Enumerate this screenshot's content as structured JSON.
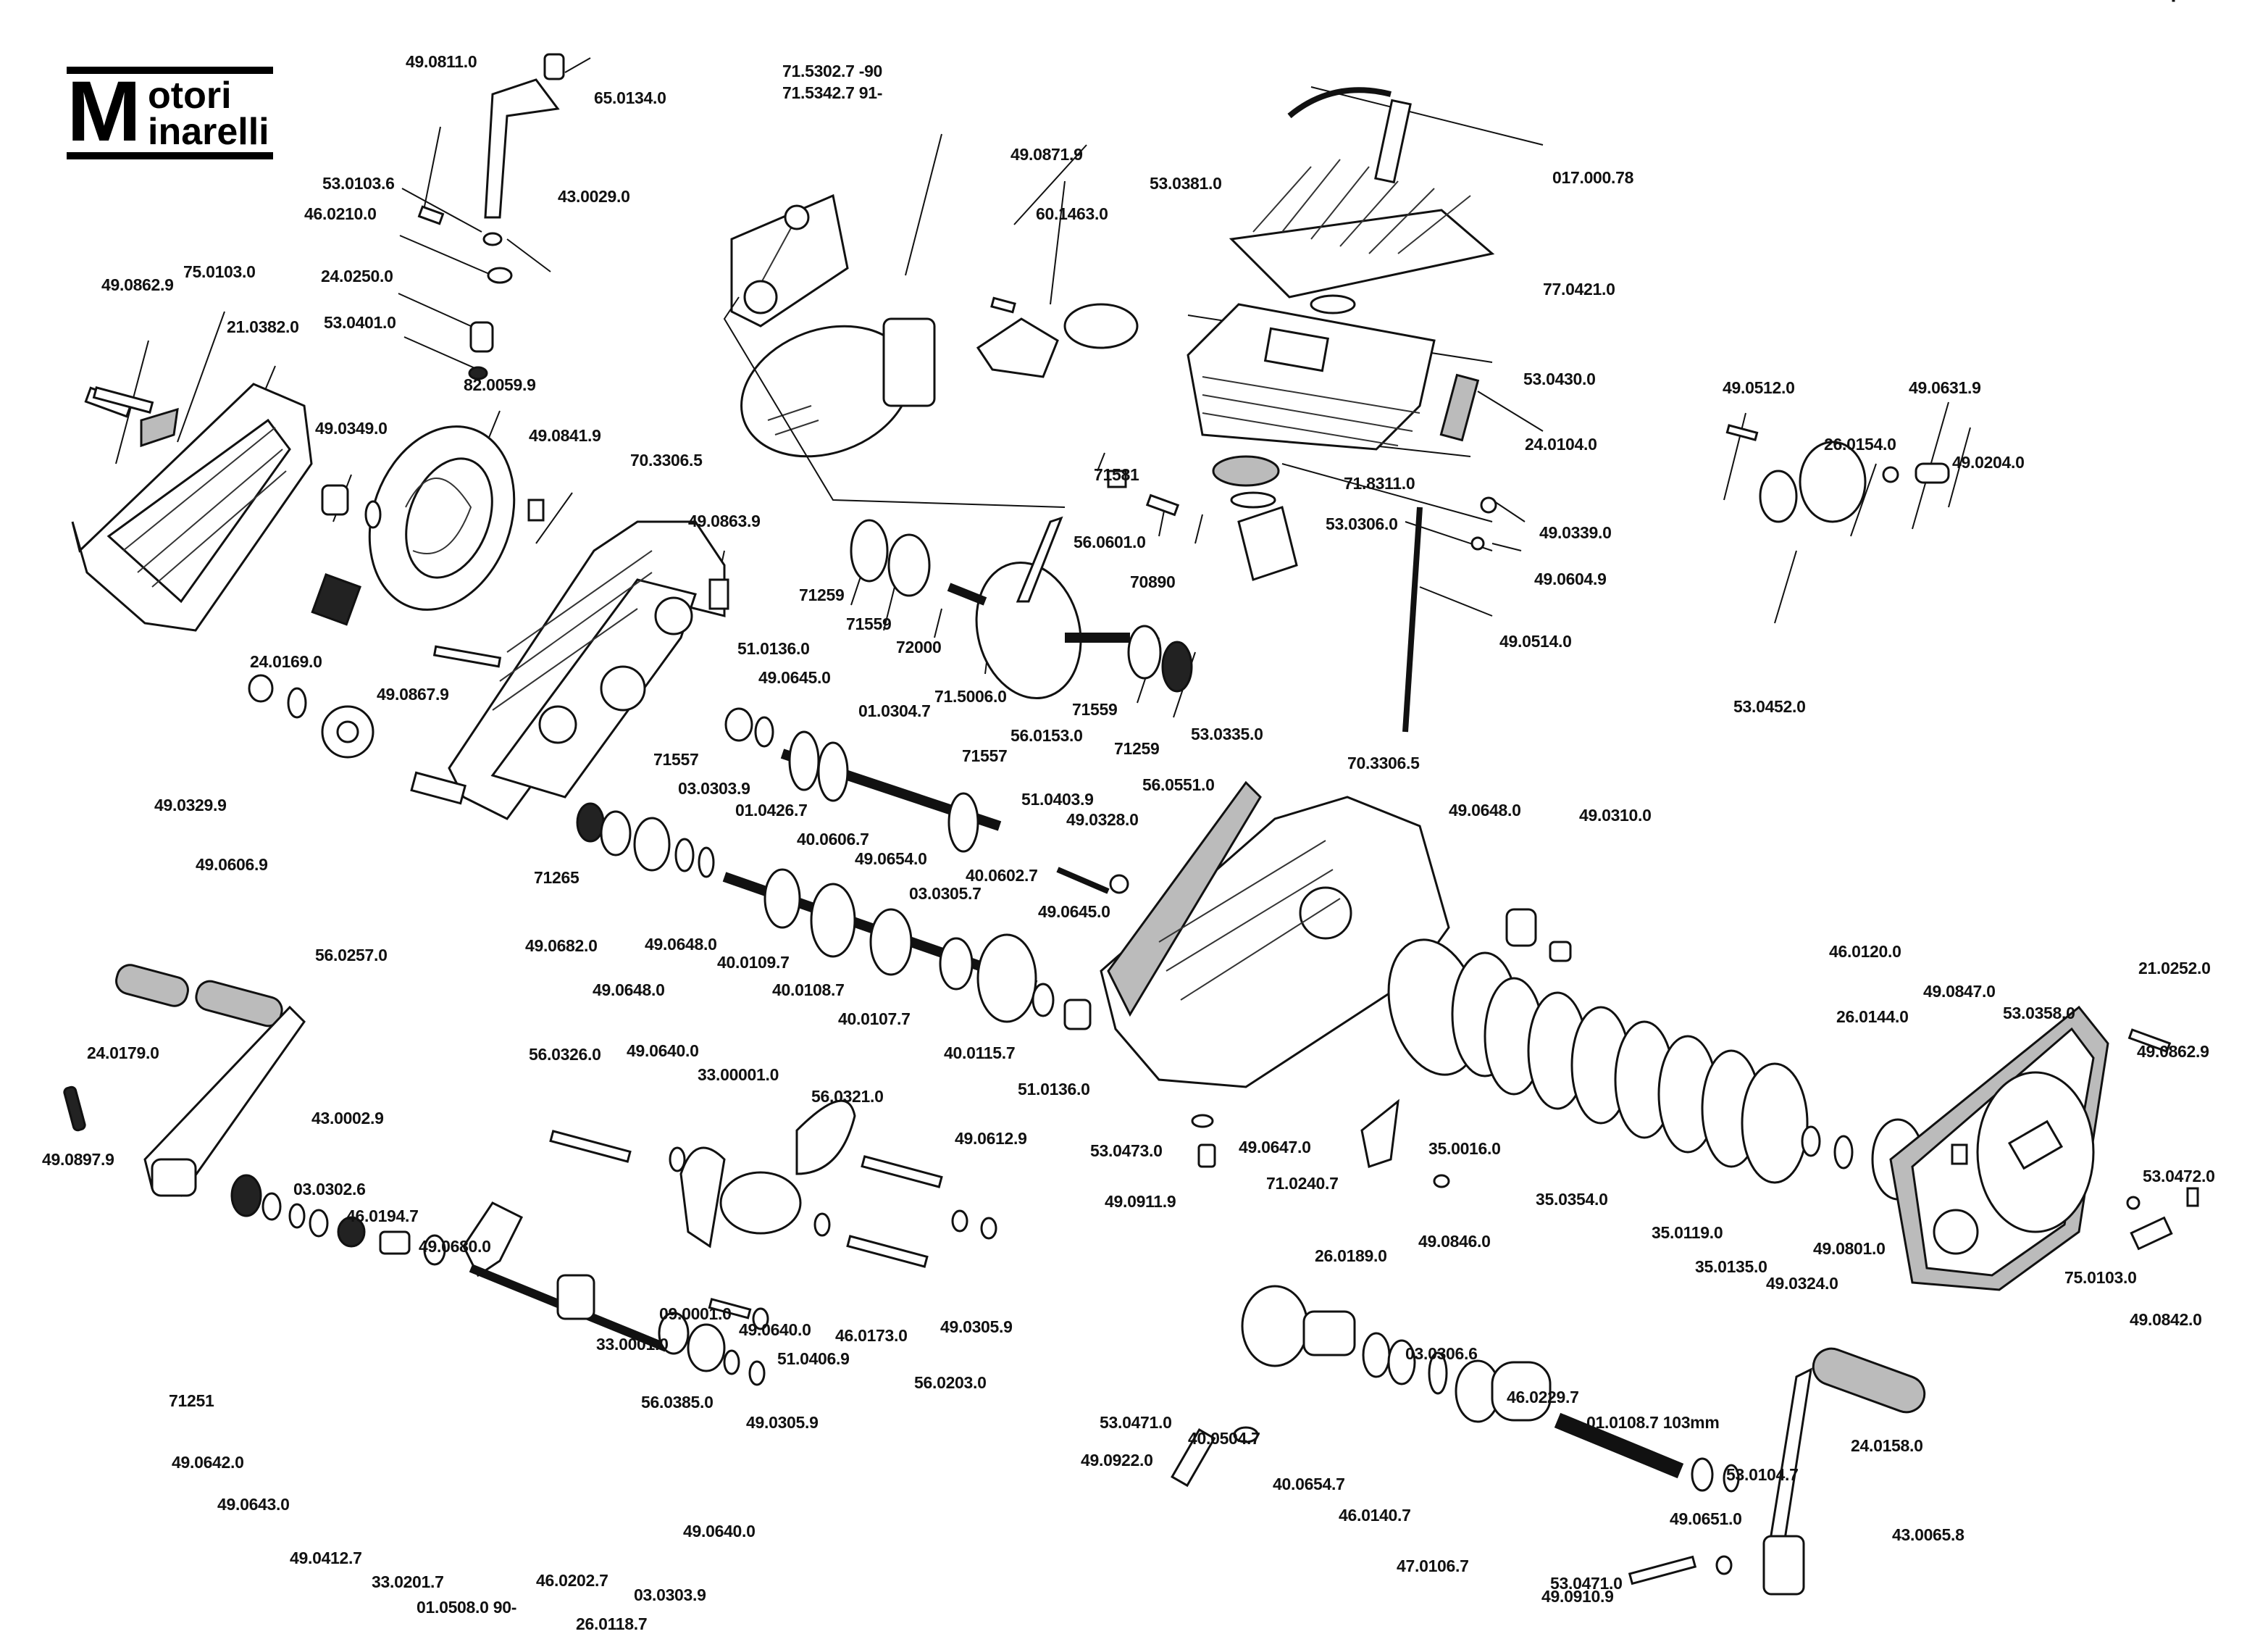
{
  "title": "Motori Minarelli exploded engine parts diagram",
  "logo": {
    "line1_initial": "M",
    "line1_rest": "otori",
    "line2_rest": "inarelli"
  },
  "labels": [
    {
      "id": "p1",
      "text": "49.0811.0"
    },
    {
      "id": "p2",
      "text": "65.0134.0"
    },
    {
      "id": "p3",
      "text": "43.0029.0"
    },
    {
      "id": "p4",
      "text": "53.0103.6"
    },
    {
      "id": "p5",
      "text": "46.0210.0"
    },
    {
      "id": "p6",
      "text": "24.0250.0"
    },
    {
      "id": "p7",
      "text": "53.0401.0"
    },
    {
      "id": "p8",
      "text": "82.0059.9"
    },
    {
      "id": "p9",
      "text": "49.0862.9"
    },
    {
      "id": "p10",
      "text": "75.0103.0"
    },
    {
      "id": "p11",
      "text": "21.0382.0"
    },
    {
      "id": "p12",
      "text": "49.0349.0"
    },
    {
      "id": "p13",
      "text": "49.0841.9"
    },
    {
      "id": "p14",
      "text": "70.3306.5"
    },
    {
      "id": "p15",
      "text": "49.0863.9"
    },
    {
      "id": "p16",
      "text": "24.0169.0"
    },
    {
      "id": "p17",
      "text": "49.0867.9"
    },
    {
      "id": "p18",
      "text": "49.0329.9"
    },
    {
      "id": "p19",
      "text": "49.0606.9"
    },
    {
      "id": "p20",
      "text": "56.0257.0"
    },
    {
      "id": "p21",
      "text": "71265"
    },
    {
      "id": "p22",
      "text": "49.0682.0"
    },
    {
      "id": "p23",
      "text": "71557"
    },
    {
      "id": "p24",
      "text": "03.0303.9"
    },
    {
      "id": "p25",
      "text": "01.0426.7"
    },
    {
      "id": "p26",
      "text": "49.0648.0"
    },
    {
      "id": "p27",
      "text": "49.0648.0"
    },
    {
      "id": "p28",
      "text": "40.0109.7"
    },
    {
      "id": "p29",
      "text": "40.0606.7"
    },
    {
      "id": "p30",
      "text": "49.0654.0"
    },
    {
      "id": "p31",
      "text": "40.0108.7"
    },
    {
      "id": "p32",
      "text": "40.0107.7"
    },
    {
      "id": "p33",
      "text": "03.0305.7"
    },
    {
      "id": "p34",
      "text": "40.0602.7"
    },
    {
      "id": "p35",
      "text": "40.0115.7"
    },
    {
      "id": "p36",
      "text": "49.0645.0"
    },
    {
      "id": "p37",
      "text": "51.0136.0"
    },
    {
      "id": "p38",
      "text": "51.0136.0"
    },
    {
      "id": "p39",
      "text": "49.0645.0"
    },
    {
      "id": "p40",
      "text": "01.0304.7"
    },
    {
      "id": "p41",
      "text": "71557"
    },
    {
      "id": "p42",
      "text": "56.0153.0"
    },
    {
      "id": "p43",
      "text": "51.0403.9"
    },
    {
      "id": "p44",
      "text": "49.0328.0"
    },
    {
      "id": "p45",
      "text": "56.0551.0"
    },
    {
      "id": "p46",
      "text": "71.5302.7   -90"
    },
    {
      "id": "p47",
      "text": "71.5342.7   91-"
    },
    {
      "id": "p48",
      "text": "49.0871.9"
    },
    {
      "id": "p49",
      "text": "60.1463.0"
    },
    {
      "id": "p50",
      "text": "53.0381.0"
    },
    {
      "id": "p51",
      "text": "017.000.78"
    },
    {
      "id": "p52",
      "text": "77.0421.0"
    },
    {
      "id": "p53",
      "text": "53.0430.0"
    },
    {
      "id": "p54",
      "text": "24.0104.0"
    },
    {
      "id": "p55",
      "text": "71.8311.0"
    },
    {
      "id": "p56",
      "text": "53.0306.0"
    },
    {
      "id": "p57",
      "text": "49.0339.0"
    },
    {
      "id": "p58",
      "text": "49.0604.9"
    },
    {
      "id": "p59",
      "text": "49.0514.0"
    },
    {
      "id": "p60",
      "text": "71581"
    },
    {
      "id": "p61",
      "text": "56.0601.0"
    },
    {
      "id": "p62",
      "text": "70890"
    },
    {
      "id": "p63",
      "text": "71259"
    },
    {
      "id": "p64",
      "text": "71559"
    },
    {
      "id": "p65",
      "text": "72000"
    },
    {
      "id": "p66",
      "text": "71.5006.0"
    },
    {
      "id": "p67",
      "text": "71559"
    },
    {
      "id": "p68",
      "text": "71259"
    },
    {
      "id": "p69",
      "text": "49.0512.0"
    },
    {
      "id": "p70",
      "text": "26.0154.0"
    },
    {
      "id": "p71",
      "text": "49.0631.9"
    },
    {
      "id": "p72",
      "text": "49.0204.0"
    },
    {
      "id": "p73",
      "text": "53.0452.0"
    },
    {
      "id": "p74",
      "text": "53.0335.0"
    },
    {
      "id": "p75",
      "text": "70.3306.5"
    },
    {
      "id": "p76",
      "text": "49.0648.0"
    },
    {
      "id": "p77",
      "text": "49.0310.0"
    },
    {
      "id": "p78",
      "text": "49.0647.0"
    },
    {
      "id": "p79",
      "text": "71.0240.7"
    },
    {
      "id": "p80",
      "text": "35.0016.0"
    },
    {
      "id": "p81",
      "text": "53.0473.0"
    },
    {
      "id": "p82",
      "text": "49.0911.9"
    },
    {
      "id": "p83",
      "text": "26.0189.0"
    },
    {
      "id": "p84",
      "text": "49.0846.0"
    },
    {
      "id": "p85",
      "text": "35.0354.0"
    },
    {
      "id": "p86",
      "text": "35.0119.0"
    },
    {
      "id": "p87",
      "text": "35.0135.0"
    },
    {
      "id": "p88",
      "text": "49.0324.0"
    },
    {
      "id": "p89",
      "text": "49.0801.0"
    },
    {
      "id": "p90",
      "text": "46.0120.0"
    },
    {
      "id": "p91",
      "text": "26.0144.0"
    },
    {
      "id": "p92",
      "text": "49.0847.0"
    },
    {
      "id": "p93",
      "text": "53.0358.0"
    },
    {
      "id": "p94",
      "text": "21.0252.0"
    },
    {
      "id": "p95",
      "text": "49.0862.9"
    },
    {
      "id": "p96",
      "text": "53.0472.0"
    },
    {
      "id": "p97",
      "text": "75.0103.0"
    },
    {
      "id": "p98",
      "text": "49.0842.0"
    },
    {
      "id": "p99",
      "text": "24.0179.0"
    },
    {
      "id": "p100",
      "text": "43.0002.9"
    },
    {
      "id": "p101",
      "text": "49.0897.9"
    },
    {
      "id": "p102",
      "text": "56.0326.0"
    },
    {
      "id": "p103",
      "text": "49.0640.0"
    },
    {
      "id": "p104",
      "text": "33.00001.0"
    },
    {
      "id": "p105",
      "text": "56.0321.0"
    },
    {
      "id": "p106",
      "text": "49.0612.9"
    },
    {
      "id": "p107",
      "text": "09.0001.0"
    },
    {
      "id": "p108",
      "text": "33.0001.0"
    },
    {
      "id": "p109",
      "text": "49.0640.0"
    },
    {
      "id": "p110",
      "text": "51.0406.9"
    },
    {
      "id": "p111",
      "text": "46.0173.0"
    },
    {
      "id": "p112",
      "text": "49.0305.9"
    },
    {
      "id": "p113",
      "text": "56.0203.0"
    },
    {
      "id": "p114",
      "text": "03.0302.6"
    },
    {
      "id": "p115",
      "text": "46.0194.7"
    },
    {
      "id": "p116",
      "text": "49.0680.0"
    },
    {
      "id": "p117",
      "text": "71251"
    },
    {
      "id": "p118",
      "text": "49.0642.0"
    },
    {
      "id": "p119",
      "text": "49.0643.0"
    },
    {
      "id": "p120",
      "text": "49.0412.7"
    },
    {
      "id": "p121",
      "text": "33.0201.7"
    },
    {
      "id": "p122",
      "text": "01.0508.0  90-"
    },
    {
      "id": "p123",
      "text": "46.0202.7"
    },
    {
      "id": "p124",
      "text": "26.0118.7"
    },
    {
      "id": "p125",
      "text": "03.0303.9"
    },
    {
      "id": "p126",
      "text": "49.0640.0"
    },
    {
      "id": "p127",
      "text": "56.0385.0"
    },
    {
      "id": "p128",
      "text": "49.0305.9"
    },
    {
      "id": "p129",
      "text": "53.0471.0"
    },
    {
      "id": "p130",
      "text": "49.0922.0"
    },
    {
      "id": "p131",
      "text": "40.0504.7"
    },
    {
      "id": "p132",
      "text": "40.0654.7"
    },
    {
      "id": "p133",
      "text": "46.0140.7"
    },
    {
      "id": "p134",
      "text": "03.0306.6"
    },
    {
      "id": "p135",
      "text": "47.0106.7"
    },
    {
      "id": "p136",
      "text": "46.0229.7"
    },
    {
      "id": "p137",
      "text": "01.0108.7  103mm"
    },
    {
      "id": "p138",
      "text": "53.0104.7"
    },
    {
      "id": "p139",
      "text": "49.0651.0"
    },
    {
      "id": "p140",
      "text": "53.0471.0"
    },
    {
      "id": "p141",
      "text": "49.0910.9"
    },
    {
      "id": "p142",
      "text": "24.0158.0"
    },
    {
      "id": "p143",
      "text": "43.0065.8"
    }
  ]
}
